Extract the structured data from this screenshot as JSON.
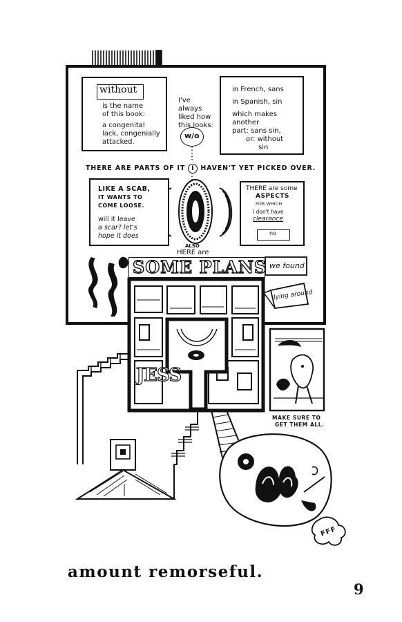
{
  "panel_top_left": {
    "title": "without",
    "lines": [
      "is the name",
      "of this book:",
      "a congenital",
      "lack, congenially",
      "attacked."
    ]
  },
  "panel_middle": {
    "lines": [
      "I've",
      "always",
      "liked how",
      "this looks:"
    ],
    "symbol": "w/o"
  },
  "panel_top_right": {
    "lines": [
      "in French, sans",
      "in Spanish, sin",
      "which makes",
      "another",
      "part: sans sin,",
      "or: without",
      "sin"
    ]
  },
  "banner": {
    "left": "THERE ARE PARTS OF IT",
    "i": "I",
    "right": "HAVEN'T YET PICKED OVER."
  },
  "panel_scab": {
    "lines": [
      "LIKE A SCAB,",
      "IT WANTS TO",
      "COME LOOSE.",
      "will it leave",
      "a scar? let's",
      "hope it does"
    ]
  },
  "panel_aspects": {
    "lines": [
      "THERE are some",
      "ASPECTS",
      "FOR WHICH",
      "I don't have",
      "clearance"
    ],
    "tag": "no"
  },
  "plans": {
    "also": "ALSO",
    "here_are": "HERE are",
    "title": "SOME PLANS",
    "we_found": "we found",
    "lying_around": "lying around"
  },
  "floor_sign": "JESS",
  "side_caption": [
    "MAKE SURE TO",
    "GET THEM ALL."
  ],
  "sound_effect": "FFF",
  "caption": "amount remorseful.",
  "page_number": "9"
}
